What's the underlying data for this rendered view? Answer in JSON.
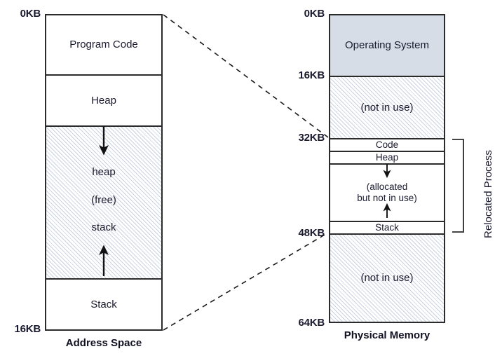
{
  "figure": {
    "title_left": "Address Space",
    "title_right": "Physical Memory"
  },
  "address_space": {
    "caption": "Address Space",
    "ticks": [
      {
        "label": "0KB",
        "value": 0
      },
      {
        "label": "16KB",
        "value": 16
      }
    ],
    "segments": [
      {
        "name": "program-code",
        "label": "Program Code",
        "fill": "white",
        "from_kb": 0,
        "to_kb": 3
      },
      {
        "name": "heap",
        "label": "Heap",
        "fill": "white",
        "from_kb": 3,
        "to_kb": 5.6
      },
      {
        "name": "free",
        "label": "",
        "fill": "hatch",
        "from_kb": 5.6,
        "to_kb": 13.4
      },
      {
        "name": "stack",
        "label": "Stack",
        "fill": "white",
        "from_kb": 13.4,
        "to_kb": 16
      }
    ],
    "free_region_labels": [
      "heap",
      "(free)",
      "stack"
    ],
    "arrows": [
      {
        "name": "heap-grow-down-arrow",
        "direction": "down"
      },
      {
        "name": "stack-grow-up-arrow",
        "direction": "up"
      }
    ]
  },
  "physical_memory": {
    "caption": "Physical Memory",
    "ticks": [
      {
        "label": "0KB",
        "value": 0
      },
      {
        "label": "16KB",
        "value": 16
      },
      {
        "label": "32KB",
        "value": 32
      },
      {
        "label": "48KB",
        "value": 48
      },
      {
        "label": "64KB",
        "value": 64
      }
    ],
    "segments": [
      {
        "name": "operating-system",
        "label": "Operating System",
        "fill": "os",
        "from_kb": 0,
        "to_kb": 16
      },
      {
        "name": "not-in-use-upper",
        "label": "(not in use)",
        "fill": "hatch",
        "from_kb": 16,
        "to_kb": 32
      },
      {
        "name": "code",
        "label": "Code",
        "fill": "white",
        "from_kb": 32,
        "to_kb": 34
      },
      {
        "name": "heap",
        "label": "Heap",
        "fill": "white",
        "from_kb": 34,
        "to_kb": 36
      },
      {
        "name": "allocated-not-in-use",
        "label_line1": "(allocated",
        "label_line2": "but not in use)",
        "fill": "white",
        "from_kb": 36,
        "to_kb": 46
      },
      {
        "name": "stack",
        "label": "Stack",
        "fill": "white",
        "from_kb": 46,
        "to_kb": 48
      },
      {
        "name": "not-in-use-lower",
        "label": "(not in use)",
        "fill": "hatch",
        "from_kb": 48,
        "to_kb": 64
      }
    ],
    "arrows": [
      {
        "name": "heap-grow-down-arrow",
        "direction": "down"
      },
      {
        "name": "stack-grow-up-arrow",
        "direction": "up"
      }
    ],
    "annotation": {
      "name": "relocated-process-bracket",
      "label": "Relocated Process",
      "spans_kb": [
        32,
        48
      ]
    }
  },
  "connectors": [
    {
      "name": "mapping-line-top",
      "style": "dashed"
    },
    {
      "name": "mapping-line-bottom",
      "style": "dashed"
    }
  ],
  "colors": {
    "stroke": "#2b2b2b",
    "os_fill": "#d6dde7",
    "hatch_stroke": "#c9d3e4",
    "text": "#1a1a2e"
  }
}
